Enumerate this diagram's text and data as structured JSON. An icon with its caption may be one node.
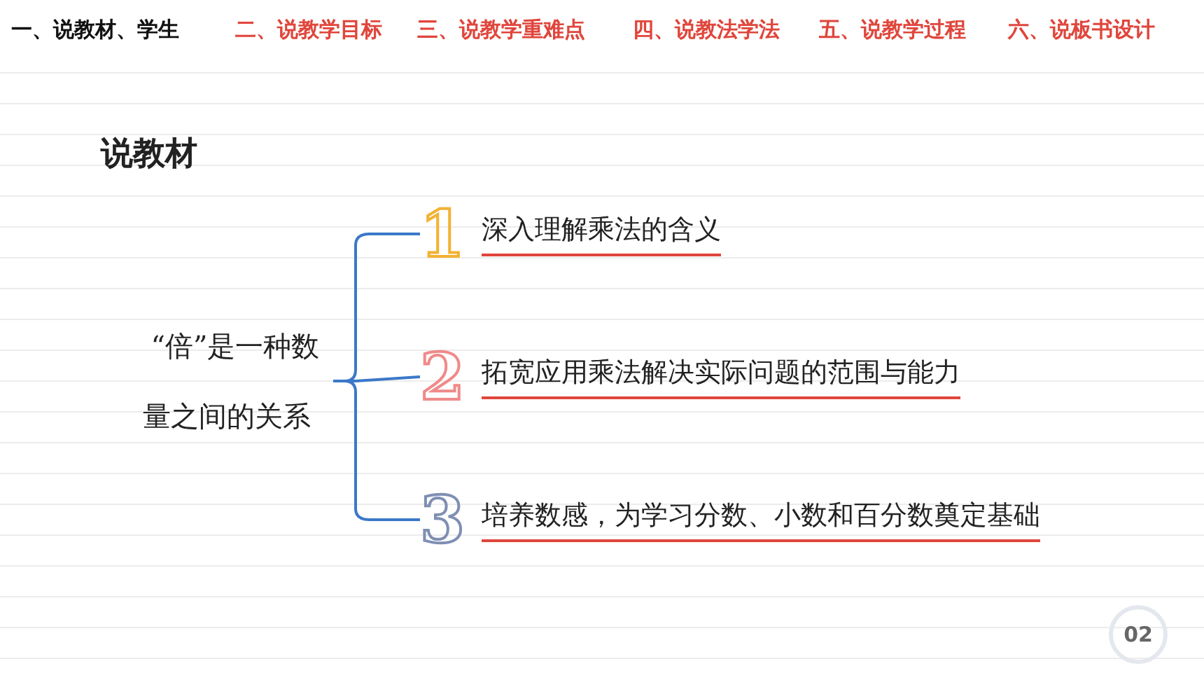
{
  "diagram": {
    "title": "说教材",
    "nodes": [
      {
        "text": [
          "“倍”是一种数量之间的关系"
        ]
      },
      {
        "text": [
          "深入理解乘法的含义"
        ],
        "beside": [
          "1"
        ]
      },
      {
        "text": [
          "拓宽应用乘法解决实际问题的范围与能力"
        ],
        "beside": [
          "2"
        ]
      },
      {
        "text": [
          "培养数感，为学习分数、小数和百分数奠定基础"
        ],
        "beside": [
          "3"
        ]
      }
    ],
    "edges": [
      {
        "from": 0,
        "to": 1,
        "arrow": "none"
      },
      {
        "from": 0,
        "to": 2,
        "arrow": "none"
      },
      {
        "from": 0,
        "to": 3,
        "arrow": "none"
      }
    ],
    "labels": [
      "一、说教材、学生",
      "二、说教学目标",
      "三、说教学重难点",
      "四、说教法学法",
      "五、说教学过程",
      "六、说板书设计",
      "02"
    ]
  }
}
